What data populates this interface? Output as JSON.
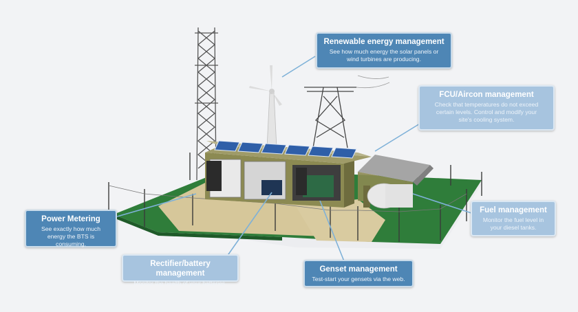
{
  "palette": {
    "callout_bg": "#4e86b5",
    "callout_bg_light": "#a7c4df",
    "grass": "#2f7d3a",
    "gravel": "#d6c79a",
    "building": "#8c8a52",
    "solar": "#2f5fa8",
    "leader_line": "#7eb1d8"
  },
  "callouts": {
    "renewable": {
      "title": "Renewable energy management",
      "desc": [
        "See how much energy the solar panels or",
        "wind turbines are producing."
      ]
    },
    "fcu": {
      "title": "FCU/Aircon management",
      "desc": [
        "Check that temperatures do not exceed",
        "certain levels. Control and modify your",
        "site's cooling system."
      ]
    },
    "power": {
      "title": "Power Metering",
      "desc": [
        "See exactly how much",
        "energy the BTS is consuming."
      ]
    },
    "fuel": {
      "title": "Fuel management",
      "desc": [
        "Monitor the fuel level in",
        "your diesel tanks."
      ]
    },
    "rectifier": {
      "title": "Rectifier/battery management",
      "desc": [
        "Monitor the health of your batteries."
      ]
    },
    "genset": {
      "title": "Genset management",
      "desc": [
        "Test-start your gensets via the web."
      ]
    }
  }
}
